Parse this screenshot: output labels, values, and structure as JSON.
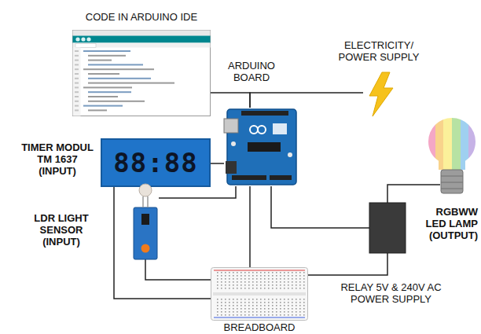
{
  "diagram": {
    "nodes": [
      {
        "text": [
          "CODE IN ARDUINO IDE"
        ]
      },
      {
        "text": [
          "ARDUINO BOARD"
        ]
      },
      {
        "text": [
          "ELECTRICITY/ POWER SUPPLY"
        ]
      },
      {
        "text": [
          "TIMER MODUL TM 1637 (INPUT)",
          "88:88"
        ]
      },
      {
        "text": [
          "LDR LIGHT SENSOR (INPUT)"
        ]
      },
      {
        "text": [
          "BREADBOARD"
        ]
      },
      {
        "text": [
          "RELAY 5V & 240V AC POWER SUPPLY"
        ]
      },
      {
        "text": [
          "RGBWW LED LAMP (OUTPUT)"
        ]
      }
    ],
    "edges": [
      {
        "from": 0,
        "to": 1,
        "arrow": "none"
      },
      {
        "from": 1,
        "to": 2,
        "arrow": "none"
      },
      {
        "from": 3,
        "to": 1,
        "arrow": "none"
      },
      {
        "from": 4,
        "to": 1,
        "arrow": "none"
      },
      {
        "from": 3,
        "to": 5,
        "arrow": "none"
      },
      {
        "from": 4,
        "to": 5,
        "arrow": "none"
      },
      {
        "from": 1,
        "to": 5,
        "arrow": "none"
      },
      {
        "from": 1,
        "to": 6,
        "arrow": "none"
      },
      {
        "from": 6,
        "to": 7,
        "arrow": "none"
      },
      {
        "from": 5,
        "to": 6,
        "arrow": "none"
      }
    ]
  }
}
